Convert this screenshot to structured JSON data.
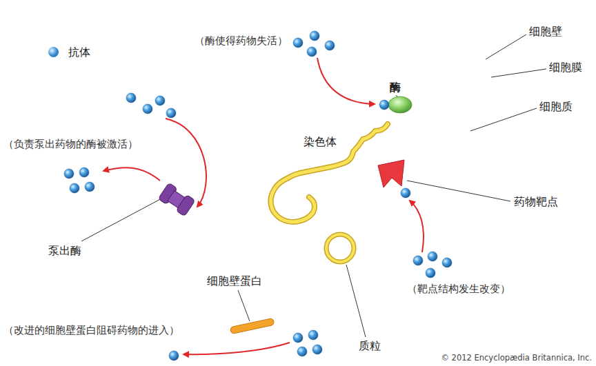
{
  "diagram": {
    "nodes": [
      {
        "text": [
          "染色体"
        ]
      }
    ],
    "labels": [
      "（酶使得药物失活）",
      "细胞壁",
      "细胞膜",
      "细胞质",
      "（负责泵出药物的酶被激活）",
      "酶",
      "药物靶点",
      "泵出酶",
      "细胞壁蛋白",
      "（靶点结构发生改变）",
      "质粒",
      "（改进的细胞壁蛋白阻碍药物的进入）",
      "© 2012 Encyclopædia Britannica, Inc."
    ],
    "legend": [
      {
        "text": "抗体",
        "color": "#3a8fd6"
      }
    ]
  }
}
